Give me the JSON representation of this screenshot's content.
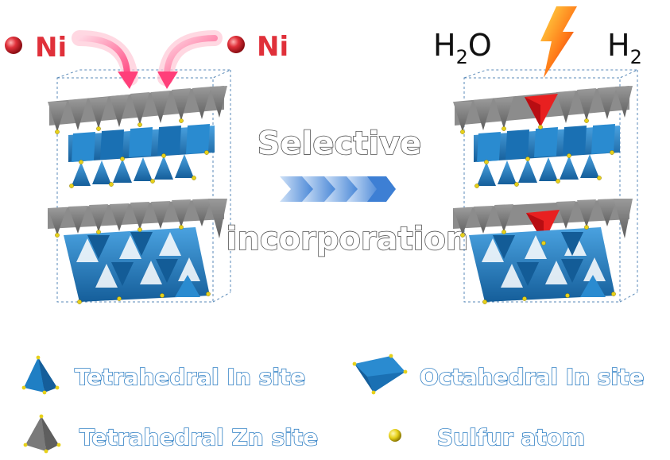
{
  "reactants": {
    "left_label": "Ni",
    "right_label": "Ni"
  },
  "reaction": {
    "water_main": "H",
    "water_sub": "2",
    "water_tail": "O",
    "hydrogen_main": "H",
    "hydrogen_sub": "2"
  },
  "process": {
    "line1": "Selective",
    "line2": "incorporation"
  },
  "legend": {
    "tetra_in": "Tetrahedral In site",
    "octa_in": "Octahedral In site",
    "tetra_zn": "Tetrahedral Zn site",
    "sulfur": "Sulfur atom"
  },
  "colors": {
    "ni_atom": "#e0303a",
    "in_site": "#1f7fc4",
    "zn_site": "#7a7a7a",
    "ni_site": "#e82020",
    "sulfur": "#e7d11a",
    "arrow": "#3d7fd4"
  }
}
